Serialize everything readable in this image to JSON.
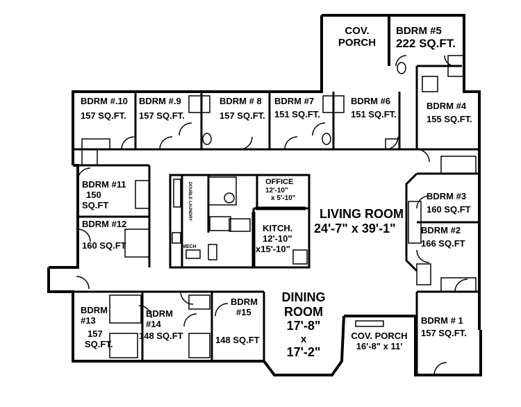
{
  "rooms": {
    "porch_top": {
      "line1": "COV.",
      "line2": "PORCH"
    },
    "bdrm5": {
      "name": "BDRM #5",
      "area": "222 SQ.FT."
    },
    "bdrm10": {
      "name": "BDRM #.10",
      "area": "157 SQ.FT."
    },
    "bdrm9": {
      "name": "BDRM #.9",
      "area": "157 SQ.FT."
    },
    "bdrm8": {
      "name": "BDRM # 8",
      "area": "157 SQ.FT."
    },
    "bdrm7": {
      "name": "BDRM #7",
      "area": "151 SQ.FT."
    },
    "bdrm6": {
      "name": "BDRM #6",
      "area": "151 SQ.FT."
    },
    "bdrm4": {
      "name": "BDRM #4",
      "area": "155 SQ.FT."
    },
    "bdrm11": {
      "name": "BDRM #11",
      "area1": "150",
      "area2": "SQ.FT"
    },
    "bdrm12": {
      "name": "BDRM #12",
      "area": "160 SQ.FT"
    },
    "bdrm3": {
      "name": "BDRM #3",
      "area": "160 SQ.FT"
    },
    "bdrm2": {
      "name": "BDRM #2",
      "area": "166 SQ.FT"
    },
    "bdrm1": {
      "name": "BDRM # 1",
      "area": "157 SQ.FT."
    },
    "bdrm13": {
      "line1": "BDRM",
      "line2": "#13",
      "line3": "157",
      "line4": "SQ.FT."
    },
    "bdrm14": {
      "line1": "BDRM",
      "line2": "#14",
      "area": "148 SQ.FT"
    },
    "bdrm15": {
      "line1": "BDRM",
      "line2": "#15",
      "area": "148 SQ.FT"
    },
    "office": {
      "name": "OFFICE",
      "dim1": "12'-10\"",
      "dim2": "x 5'-10\""
    },
    "kitchen": {
      "name": "KITCH.",
      "dim1": "12'-10\"",
      "dim2": "x15'-10\""
    },
    "living": {
      "name": "LIVING ROOM",
      "dim": "24'-7\" x 39'-1\""
    },
    "dining": {
      "line1": "DINING",
      "line2": "ROOM",
      "line3": "17'-8\"",
      "line4": "x",
      "line5": "17'-2\""
    },
    "porch_bottom": {
      "name": "COV. PORCH",
      "dim": "16'-8\" x 11'"
    },
    "utility": {
      "laundry": "DOUBLE LAUNDRY",
      "mech": "MECH"
    }
  }
}
